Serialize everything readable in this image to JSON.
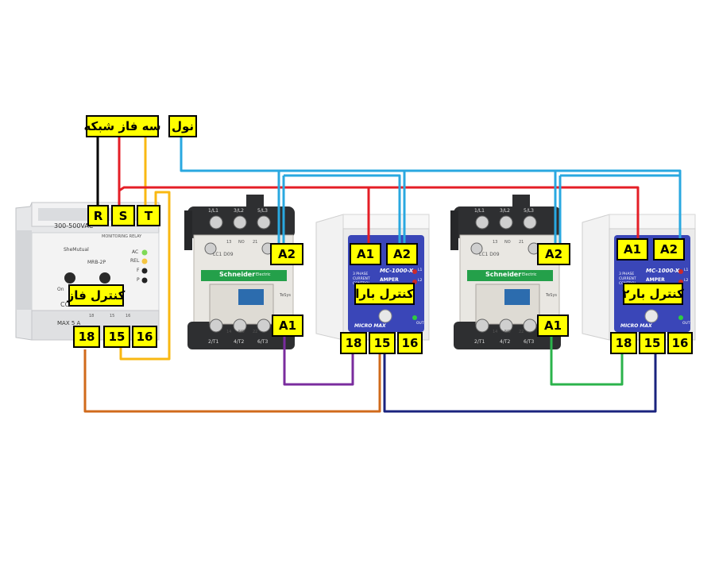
{
  "labels": {
    "three_phase": "سه فاز شبکه",
    "neutral": "نول",
    "phase_control": "کنترل فاز",
    "load_control_1": "کنترل بارا",
    "load_control_2": "کنترل بار۲",
    "R": "R",
    "S": "S",
    "T": "T",
    "A1": "A1",
    "A2": "A2",
    "t18": "18",
    "t15": "15",
    "t16": "16"
  },
  "relay": {
    "voltage": "300-500VAC",
    "caption": "MONITORING RELAY",
    "brand": "SheMutual",
    "model": "MRB-2P",
    "led_ac": "AC",
    "led_rel": "REL",
    "led_f": "F",
    "led_p": "P",
    "max": "MAX 5 A",
    "co": "CO",
    "on": "On",
    "b18": "18",
    "b15": "15",
    "b16": "16"
  },
  "contactor": {
    "brand": "Schneider",
    "brand_sub": "Electric",
    "model": "LC1 D09",
    "series": "TeSys",
    "top_terms": [
      "1/L1",
      "3/L2",
      "5/L3"
    ],
    "top_nums": [
      "13",
      "NO",
      "21"
    ],
    "bot_terms": [
      "2/T1",
      "4/T2",
      "6/T3"
    ],
    "bot_nums": [
      "14",
      "NO",
      "22"
    ]
  },
  "current_relay": {
    "model": "MC-1000-X",
    "amper": "AMPER",
    "line1": "3 PHASE",
    "line2": "CURRENT",
    "line3": "CONTROL",
    "brand": "MICRO MAX",
    "led_l1": "L1",
    "led_l2": "L2",
    "led_out": "OUT"
  },
  "colors": {
    "black": "#000000",
    "red": "#e41e26",
    "yellow": "#f9b812",
    "blue": "#29a8e0",
    "purple": "#7a2c9e",
    "orange": "#d06a1b",
    "navy": "#1a237e",
    "green": "#2bb34b",
    "label_bg": "#ffff00"
  }
}
